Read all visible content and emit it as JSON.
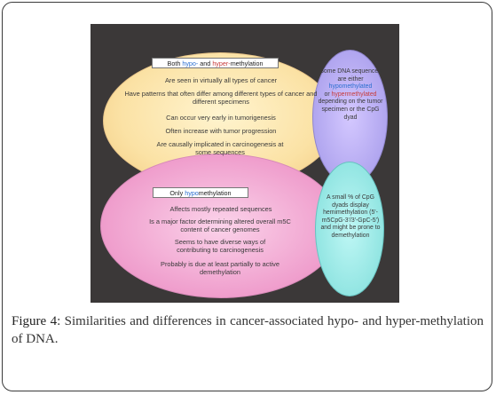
{
  "figure": {
    "both": {
      "header_prefix": "Both ",
      "header_hypo": "hypo-",
      "header_mid": " and ",
      "header_hyper": "hyper-",
      "header_suffix": "methylation",
      "items": [
        "Are seen in virtually all types of cancer",
        "Have patterns that often differ among different types of cancer and different specimens",
        "Can occur very early in tumorigenesis",
        "Often increase with tumor progression",
        "Are causally implicated in carcinogenesis at some sequences"
      ]
    },
    "hypo": {
      "header_prefix": "Only ",
      "header_hypo": "hypo",
      "header_suffix": "methylation",
      "items": [
        "Affects mostly repeated sequences",
        "Is a major factor determining altered overall m5C content of cancer genomes",
        "Seems to have diverse ways of contributing to carcinogenesis",
        "Probably is due at least partially to active demethylation"
      ]
    },
    "side_lavender": {
      "line1": "Some DNA sequences are either",
      "hypo": "hypomethylated",
      "line2": "or ",
      "hyper": "hypermethylated",
      "line3": "depending on the tumor specimen or the CpG dyad"
    },
    "side_teal": {
      "text": "A small % of CpG dyads display hemimethylation (5'-m5CpG-3'/3'-GpC-5') and might be prone to demethylation"
    }
  },
  "caption": {
    "label": "Figure 4",
    "text": ": Similarities and differences in cancer-associated hypo- and hyper-methylation of DNA."
  }
}
